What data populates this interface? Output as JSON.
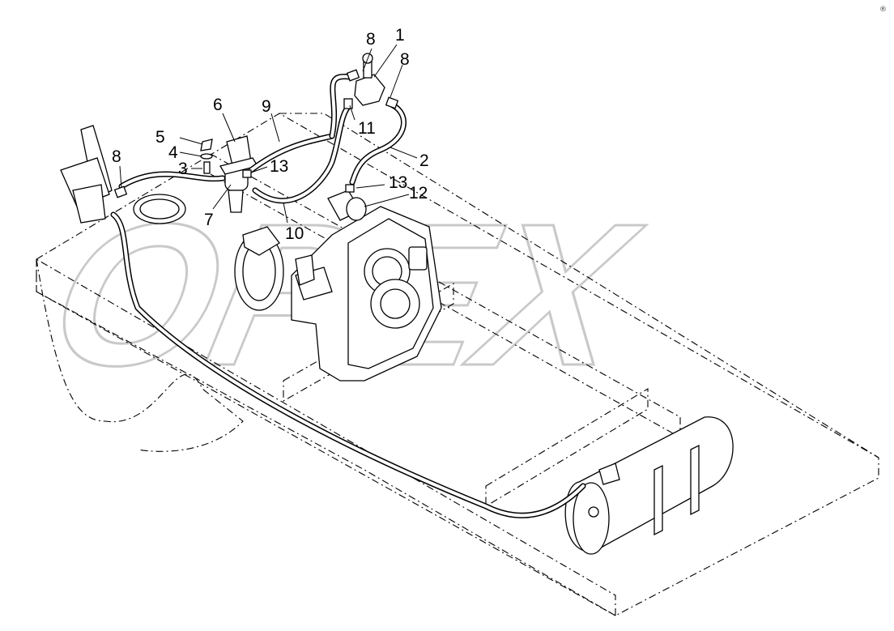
{
  "watermark": "OPEX",
  "corner_mark": "®",
  "callouts": [
    {
      "id": "c1",
      "label": "1"
    },
    {
      "id": "c2",
      "label": "2"
    },
    {
      "id": "c3",
      "label": "3"
    },
    {
      "id": "c4",
      "label": "4"
    },
    {
      "id": "c5",
      "label": "5"
    },
    {
      "id": "c6",
      "label": "6"
    },
    {
      "id": "c7",
      "label": "7"
    },
    {
      "id": "c8a",
      "label": "8"
    },
    {
      "id": "c8b",
      "label": "8"
    },
    {
      "id": "c8c",
      "label": "8"
    },
    {
      "id": "c9",
      "label": "9"
    },
    {
      "id": "c10",
      "label": "10"
    },
    {
      "id": "c11",
      "label": "11"
    },
    {
      "id": "c12",
      "label": "12"
    },
    {
      "id": "c13a",
      "label": "13"
    },
    {
      "id": "c13b",
      "label": "13"
    }
  ]
}
